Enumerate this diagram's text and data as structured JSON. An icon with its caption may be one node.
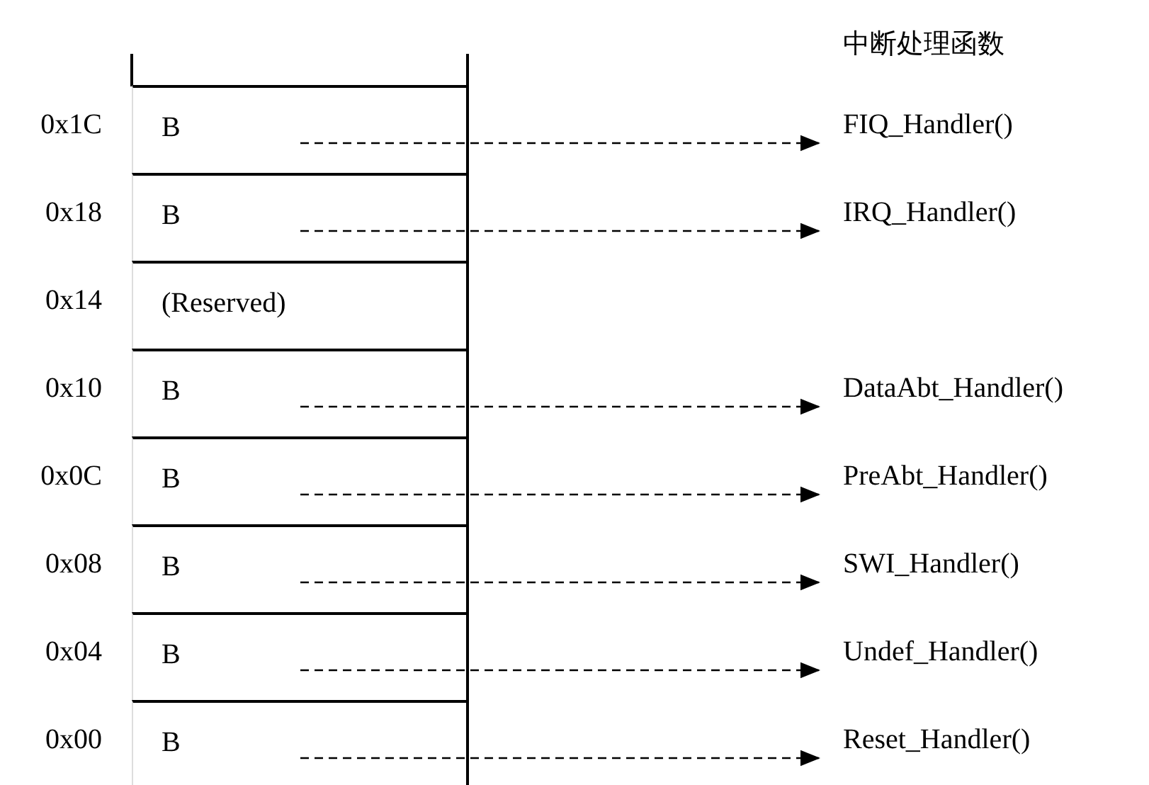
{
  "diagram": {
    "nodes": [
      {
        "text": [
          "B"
        ],
        "beside": [
          "0x1C"
        ]
      },
      {
        "text": [
          "B"
        ],
        "beside": [
          "0x18"
        ]
      },
      {
        "text": [
          "(Reserved)"
        ],
        "beside": [
          "0x14"
        ]
      },
      {
        "text": [
          "B"
        ],
        "beside": [
          "0x10"
        ]
      },
      {
        "text": [
          "B"
        ],
        "beside": [
          "0x0C"
        ]
      },
      {
        "text": [
          "B"
        ],
        "beside": [
          "0x08"
        ]
      },
      {
        "text": [
          "B"
        ],
        "beside": [
          "0x04"
        ]
      },
      {
        "text": [
          "B"
        ],
        "beside": [
          "0x00"
        ]
      },
      {
        "text": [
          "FIQ_Handler()"
        ]
      },
      {
        "text": [
          "IRQ_Handler()"
        ]
      },
      {
        "text": [
          "DataAbt_Handler()"
        ]
      },
      {
        "text": [
          "PreAbt_Handler()"
        ]
      },
      {
        "text": [
          "SWI_Handler()"
        ]
      },
      {
        "text": [
          "Undef_Handler()"
        ]
      },
      {
        "text": [
          "Reset_Handler()"
        ]
      }
    ],
    "edges": [
      {
        "from": 0,
        "to": 8,
        "arrow": "to",
        "style": "dashed"
      },
      {
        "from": 1,
        "to": 9,
        "arrow": "to",
        "style": "dashed"
      },
      {
        "from": 3,
        "to": 10,
        "arrow": "to",
        "style": "dashed"
      },
      {
        "from": 4,
        "to": 11,
        "arrow": "to",
        "style": "dashed"
      },
      {
        "from": 5,
        "to": 12,
        "arrow": "to",
        "style": "dashed"
      },
      {
        "from": 6,
        "to": 13,
        "arrow": "to",
        "style": "dashed"
      },
      {
        "from": 7,
        "to": 14,
        "arrow": "to",
        "style": "dashed"
      }
    ],
    "labels": [
      "中断处理函数"
    ]
  }
}
